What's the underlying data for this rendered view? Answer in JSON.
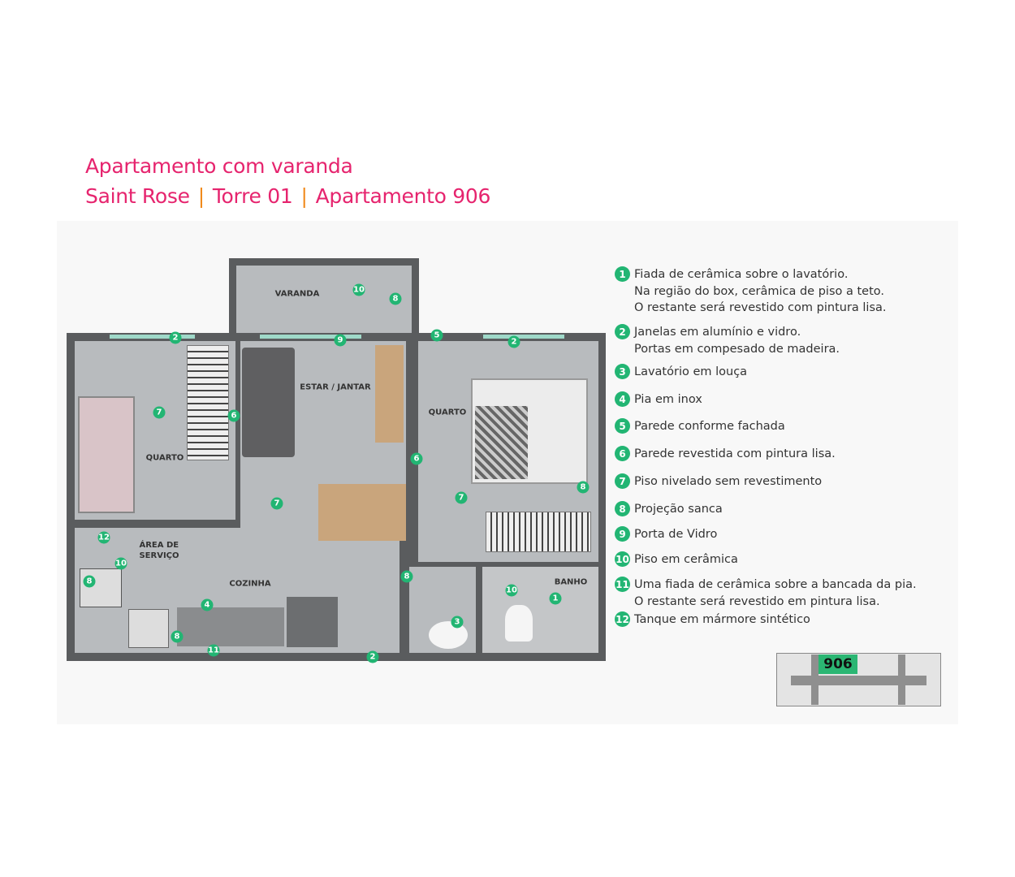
{
  "header": {
    "line1": "Apartamento com varanda",
    "project": "Saint Rose",
    "tower": "Torre 01",
    "unit": "Apartamento 906",
    "separator": "|"
  },
  "rooms": {
    "varanda": "VARANDA",
    "estar": "ESTAR / JANTAR",
    "quarto1": "QUARTO",
    "quarto2": "QUARTO",
    "servico": "ÁREA DE\nSERVIÇO",
    "cozinha": "COZINHA",
    "banho": "BANHO"
  },
  "markers": [
    "2",
    "9",
    "5",
    "2",
    "10",
    "8",
    "7",
    "6",
    "6",
    "7",
    "7",
    "8",
    "12",
    "10",
    "8",
    "8",
    "4",
    "10",
    "1",
    "3",
    "8",
    "11",
    "2"
  ],
  "legend": [
    {
      "n": "1",
      "lines": [
        "Fiada de cerâmica sobre o lavatório.",
        "Na região do box, cerâmica de piso a teto.",
        "O restante será revestido com pintura lisa."
      ]
    },
    {
      "n": "2",
      "lines": [
        "Janelas em alumínio e vidro.",
        "Portas em compesado de madeira."
      ]
    },
    {
      "n": "3",
      "lines": [
        "Lavatório em louça"
      ]
    },
    {
      "n": "4",
      "lines": [
        "Pia em inox"
      ]
    },
    {
      "n": "5",
      "lines": [
        "Parede conforme fachada"
      ]
    },
    {
      "n": "6",
      "lines": [
        "Parede revestida com pintura lisa."
      ]
    },
    {
      "n": "7",
      "lines": [
        "Piso nivelado sem revestimento"
      ]
    },
    {
      "n": "8",
      "lines": [
        "Projeção sanca"
      ]
    },
    {
      "n": "9",
      "lines": [
        "Porta de Vidro"
      ]
    },
    {
      "n": "10",
      "lines": [
        "Piso em cerâmica"
      ]
    },
    {
      "n": "11",
      "lines": [
        "Uma fiada de cerâmica sobre a bancada da pia.",
        "O restante será revestido em pintura lisa."
      ]
    },
    {
      "n": "12",
      "lines": [
        "Tanque em mármore sintético"
      ]
    }
  ],
  "keyplan": {
    "unit": "906",
    "highlight": "#2bb673"
  },
  "colors": {
    "title": "#e6246e",
    "separator": "#f08a1c",
    "marker": "#22b573"
  }
}
